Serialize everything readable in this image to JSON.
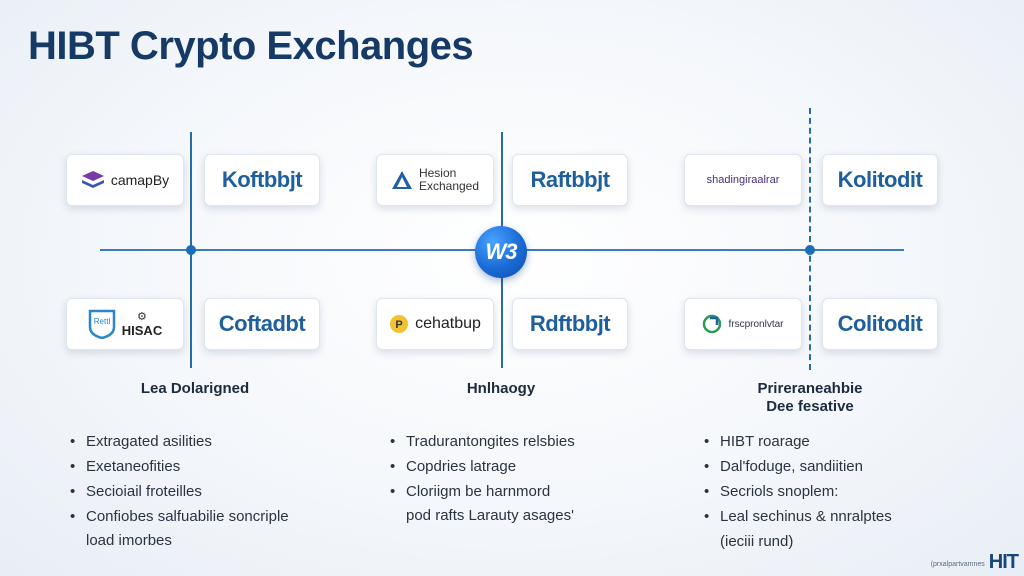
{
  "title": "HIBT Crypto Exchanges",
  "hub_label": "W3",
  "columns": [
    {
      "cards": [
        {
          "logo": "camapBy",
          "logo_icon": "layers-icon",
          "name": "Koftbbjt"
        },
        {
          "logo_badge": "Rettl",
          "logo": "HISAC",
          "logo_icon": "shield-icon",
          "name": "Coftadbt"
        }
      ],
      "heading": "Lea Dolarigned",
      "bullets": [
        "Extragated asilities",
        "Exetaneofities",
        "Secioiail froteilles",
        "Confiobes salfuabilie soncriple"
      ],
      "bullet_cont": "load imorbes"
    },
    {
      "cards": [
        {
          "logo_line1": "Hesion",
          "logo_line2": "Exchanged",
          "logo_icon": "triangle-icon",
          "name": "Raftbbjt"
        },
        {
          "logo": "cehatbup",
          "logo_icon": "coin-icon",
          "name": "Rdftbbjt"
        }
      ],
      "heading": "Hnlhaogy",
      "bullets": [
        "Tradurantongites relsbies",
        "Copdries latrage",
        "Cloriigm be harnmord",
        "pod rafts Larauty asages'"
      ],
      "bullet_cont": ""
    },
    {
      "cards": [
        {
          "logo": "shadingiraalrar",
          "logo_icon": "",
          "name": "Kolitodit"
        },
        {
          "logo": "frscpronlvtar",
          "logo_icon": "arrow-circle-icon",
          "name": "Colitodit"
        }
      ],
      "heading_line1": "Prireraneahbie",
      "heading_line2": "Dee fesative",
      "bullets": [
        "HIBT roarage",
        "Dal'foduge, sandiitien",
        "Secriols snoplem:",
        "Leal sechinus & nnralptes"
      ],
      "bullet_cont": "(ieciii rund)"
    }
  ],
  "footer": {
    "small": "(prxalpartvamnes",
    "big": "HIT"
  },
  "colors": {
    "title": "#163a66",
    "accent": "#1f6db8",
    "card_text": "#1f5f9e",
    "hub": "#1a6ad6"
  }
}
